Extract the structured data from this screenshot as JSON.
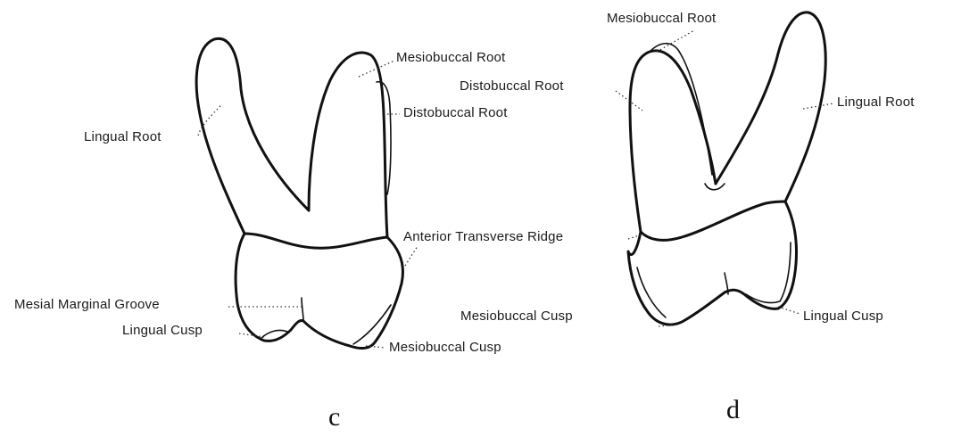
{
  "panel_c": {
    "panel_label": "c",
    "labels": {
      "lingual_root": "Lingual Root",
      "mesiobuccal_root": "Mesiobuccal Root",
      "distobuccal_root": "Distobuccal Root",
      "anterior_transverse_ridge": "Anterior Transverse Ridge",
      "mesial_marginal_groove": "Mesial Marginal Groove",
      "lingual_cusp": "Lingual Cusp",
      "mesiobuccal_cusp": "Mesiobuccal Cusp"
    }
  },
  "panel_d": {
    "panel_label": "d",
    "labels": {
      "mesiobuccal_root": "Mesiobuccal Root",
      "distobuccal_root": "Distobuccal Root",
      "lingual_root": "Lingual Root",
      "mesiobuccal_cusp": "Mesiobuccal Cusp",
      "lingual_cusp": "Lingual Cusp"
    }
  }
}
